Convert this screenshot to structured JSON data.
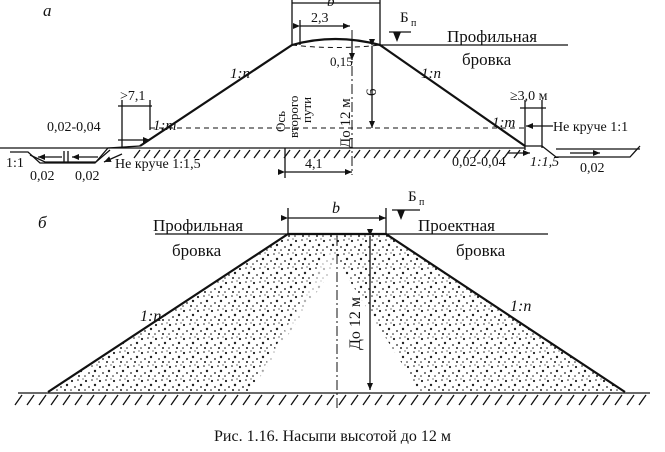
{
  "a": {
    "panel_letter": "а",
    "top_dim": "b",
    "top_sub_dim": "2,3",
    "bp_label": "Б",
    "bp_sub": "п",
    "profile_label_line1": "Профильная",
    "profile_label_line2": "бровка",
    "slope_left": "1:n",
    "slope_right": "1:n",
    "slope_m_left": "1:m",
    "slope_m_right": "1:m",
    "axis_label": [
      "Ось",
      "второго",
      "пути"
    ],
    "dim_015": "0,15",
    "height_label": "До 12 м",
    "dim_6": "6",
    "dim_71": ">7,1",
    "dim_30": "≥3,0 м",
    "dim_002_004_left": "0,02-0,04",
    "dim_002_004_right": "0,02-0,04",
    "ne_kruche_left": "Не круче 1:1,5",
    "ne_kruche_right": "Не круче 1:1",
    "slope_11": "1:1",
    "dim_002_a": "0,02",
    "dim_002_b": "0,02",
    "dim_002_right": "0,02",
    "slope_115": "1:1,5",
    "dim_41": "4,1"
  },
  "b": {
    "panel_letter": "б",
    "top_dim": "b",
    "bp_label": "Б",
    "bp_sub": "п",
    "profile_label_line1": "Профильная",
    "profile_label_line2": "бровка",
    "design_label_line1": "Проектная",
    "design_label_line2": "бровка",
    "slope_left": "1:n",
    "slope_right": "1:n",
    "height_label": "До 12 м"
  },
  "caption": "Рис. 1.16. Насыпи высотой до 12 м"
}
